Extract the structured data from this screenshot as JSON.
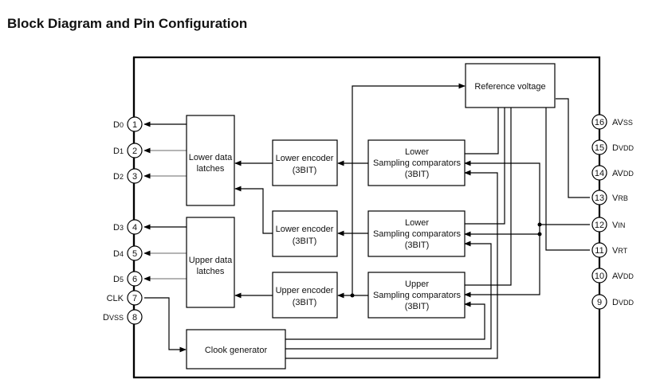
{
  "title": "Block Diagram and Pin Configuration",
  "blocks": {
    "reference_voltage": "Reference voltage",
    "lower_data_latches": [
      "Lower data",
      "latches"
    ],
    "upper_data_latches": [
      "Upper data",
      "latches"
    ],
    "lower_encoder_1": [
      "Lower encoder",
      "(3BIT)"
    ],
    "lower_encoder_2": [
      "Lower encoder",
      "(3BIT)"
    ],
    "upper_encoder": [
      "Upper encoder",
      "(3BIT)"
    ],
    "lower_sampling_1": [
      "Lower",
      "Sampling comparators",
      "(3BIT)"
    ],
    "lower_sampling_2": [
      "Lower",
      "Sampling comparators",
      "(3BIT)"
    ],
    "upper_sampling": [
      "Upper",
      "Sampling comparators",
      "(3BIT)"
    ],
    "clock_generator": "Clook generator"
  },
  "pins_left": [
    {
      "num": "1",
      "name": "D0"
    },
    {
      "num": "2",
      "name": "D1"
    },
    {
      "num": "3",
      "name": "D2"
    },
    {
      "num": "4",
      "name": "D3"
    },
    {
      "num": "5",
      "name": "D4"
    },
    {
      "num": "6",
      "name": "D5"
    },
    {
      "num": "7",
      "name": "CLK"
    },
    {
      "num": "8",
      "name": "DVSS"
    }
  ],
  "pins_right": [
    {
      "num": "16",
      "name": "AVSS"
    },
    {
      "num": "15",
      "name": "DVDD"
    },
    {
      "num": "14",
      "name": "AVDD"
    },
    {
      "num": "13",
      "name": "VRB"
    },
    {
      "num": "12",
      "name": "VIN"
    },
    {
      "num": "11",
      "name": "VRT"
    },
    {
      "num": "10",
      "name": "AVDD"
    },
    {
      "num": "9",
      "name": "DVDD"
    }
  ]
}
